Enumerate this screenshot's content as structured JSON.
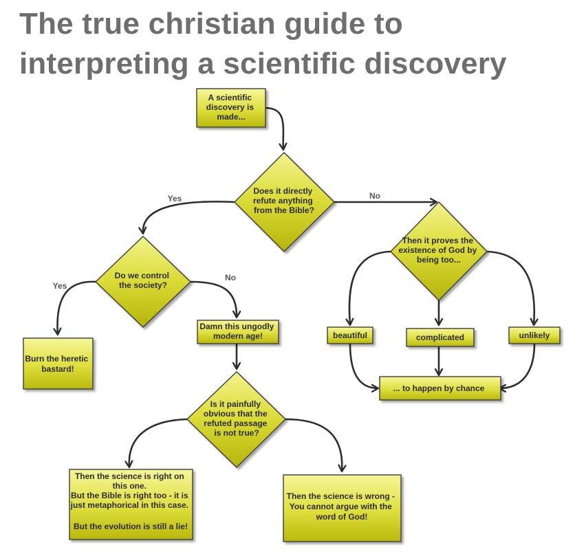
{
  "title": {
    "line1": "The true christian guide to",
    "line2": "interpreting a scientific discovery"
  },
  "colors": {
    "title": "#6e6e6e",
    "box_fill_light": "#f3f38a",
    "box_fill_dark": "#bcbc10",
    "border": "#3c3c3c",
    "connector": "#2d2d2d",
    "label": "#555555"
  },
  "nodes": {
    "start": [
      "A scientific",
      "discovery is",
      "made..."
    ],
    "refute_question": [
      "Does it directly",
      "refute anything",
      "from the Bible?"
    ],
    "control_question": [
      "Do we control",
      "the society?"
    ],
    "burn": [
      "Burn the heretic",
      "bastard!"
    ],
    "damn_age": [
      "Damn this ungodly",
      "modern age!"
    ],
    "obvious_question": [
      "Is it painfully",
      "obvious that the",
      "refuted passage",
      "is not true?"
    ],
    "metaphorical": [
      "Then the science is right on",
      "this one.",
      "But the Bible is right too - it is",
      "just metaphorical in this case.",
      "",
      "But the evolution is still a lie!"
    ],
    "science_wrong": [
      "Then the science is wrong -",
      "You cannot argue with the",
      "word of God!"
    ],
    "proves_god": [
      "Then it proves the",
      "existence of God by",
      "being too..."
    ],
    "beautiful": [
      "beautiful"
    ],
    "complicated": [
      "complicated"
    ],
    "unlikely": [
      "unlikely"
    ],
    "chance": [
      "... to happen by chance"
    ]
  },
  "edge_labels": {
    "refute_yes": "Yes",
    "refute_no": "No",
    "control_yes": "Yes",
    "control_no": "No"
  }
}
